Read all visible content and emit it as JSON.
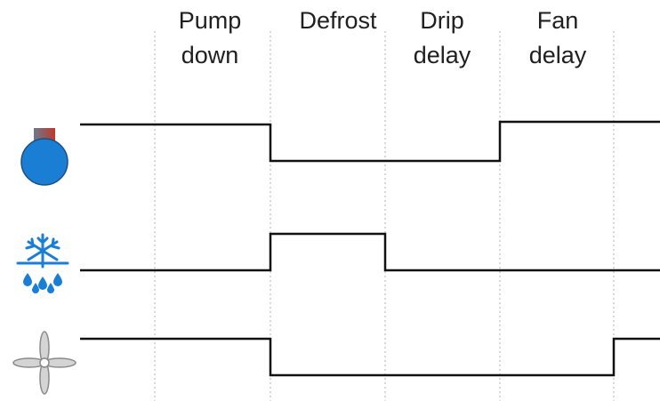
{
  "phases": [
    {
      "line1": "Pump",
      "line2": "down"
    },
    {
      "line1": "Defrost",
      "line2": ""
    },
    {
      "line1": "Drip",
      "line2": "delay"
    },
    {
      "line1": "Fan",
      "line2": "delay"
    }
  ],
  "rows": [
    {
      "icon": "compressor-icon",
      "levels": [
        1,
        1,
        0,
        0,
        1,
        1
      ]
    },
    {
      "icon": "defrost-heater-icon",
      "levels": [
        0,
        0,
        1,
        0,
        0,
        0
      ]
    },
    {
      "icon": "fan-icon",
      "levels": [
        1,
        1,
        0,
        0,
        0,
        1
      ]
    }
  ],
  "colors": {
    "compressor_body": "#1a7fd4",
    "compressor_valve": "#c0392b",
    "snowflake": "#1a7fd4",
    "fan": "#b8b8b8",
    "signal_line": "#111111",
    "divider": "#b0b0b0"
  }
}
